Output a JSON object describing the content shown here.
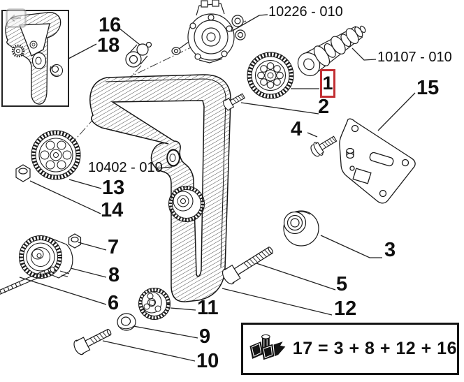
{
  "viewer": {
    "corner_icon": "back-arrow"
  },
  "callouts": {
    "c1": "1",
    "c2": "2",
    "c3": "3",
    "c4": "4",
    "c5": "5",
    "c6": "6",
    "c7": "7",
    "c8": "8",
    "c9": "9",
    "c10": "10",
    "c11": "11",
    "c12": "12",
    "c13": "13",
    "c14": "14",
    "c15": "15",
    "c16": "16",
    "c18": "18"
  },
  "part_numbers": {
    "injection_pump": "10226 - 010",
    "camshaft": "10107 - 010",
    "timing_belt": "10402 - 010"
  },
  "kit_box": {
    "formula": "17 = 3 + 8 + 12 + 16",
    "icon": "parts-kit-boxes"
  },
  "highlight": {
    "selected_callout": "1",
    "box_color": "#c22f33"
  }
}
